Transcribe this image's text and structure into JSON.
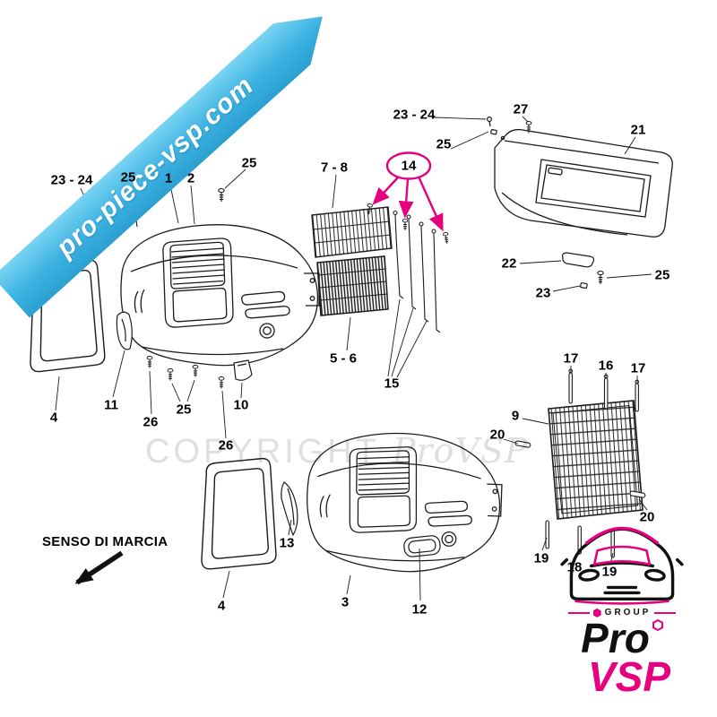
{
  "ribbon": {
    "text": "pro-piece-vsp.com"
  },
  "watermark": {
    "copyright": "COPYRIGHT",
    "brand": "ProVSP"
  },
  "direction": {
    "label": "SENSO DI MARCIA"
  },
  "logo": {
    "group": "GROUP",
    "pro": "Pro",
    "vsp": "VSP"
  },
  "colors": {
    "accent_pink": "#e6007e",
    "ribbon_blue": "#3cb2e2",
    "line": "#1b1b1b"
  },
  "callouts": [
    {
      "text": "23 - 24"
    },
    {
      "text": "25"
    },
    {
      "text": "1"
    },
    {
      "text": "2"
    },
    {
      "text": "25"
    },
    {
      "text": "7 - 8"
    },
    {
      "text": "14"
    },
    {
      "text": "23 - 24"
    },
    {
      "text": "25"
    },
    {
      "text": "27"
    },
    {
      "text": "21"
    },
    {
      "text": "22"
    },
    {
      "text": "25"
    },
    {
      "text": "23"
    },
    {
      "text": "5 - 6"
    },
    {
      "text": "15"
    },
    {
      "text": "17"
    },
    {
      "text": "16"
    },
    {
      "text": "17"
    },
    {
      "text": "9"
    },
    {
      "text": "20"
    },
    {
      "text": "20"
    },
    {
      "text": "19"
    },
    {
      "text": "18"
    },
    {
      "text": "19"
    },
    {
      "text": "11"
    },
    {
      "text": "26"
    },
    {
      "text": "25"
    },
    {
      "text": "10"
    },
    {
      "text": "26"
    },
    {
      "text": "4"
    },
    {
      "text": "13"
    },
    {
      "text": "3"
    },
    {
      "text": "12"
    },
    {
      "text": "4"
    }
  ]
}
